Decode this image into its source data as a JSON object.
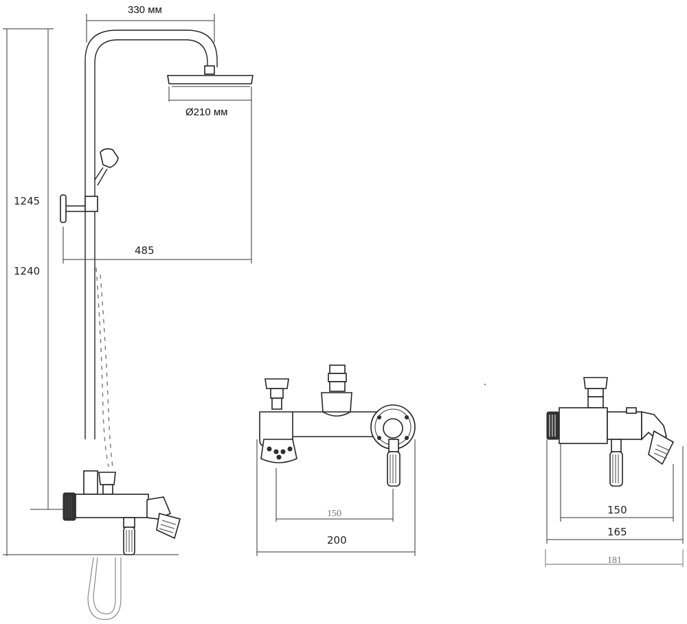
{
  "dimensions": {
    "top_span": "330 мм",
    "head_diameter": "Ø210 мм",
    "height_upper": "1245",
    "height_lower": "1240",
    "reach": "485",
    "front_center": "150",
    "front_width": "200",
    "side_center": "150",
    "side_width": "165",
    "side_total": "181"
  },
  "views": [
    "side-assembly",
    "front-mixer",
    "side-mixer"
  ]
}
